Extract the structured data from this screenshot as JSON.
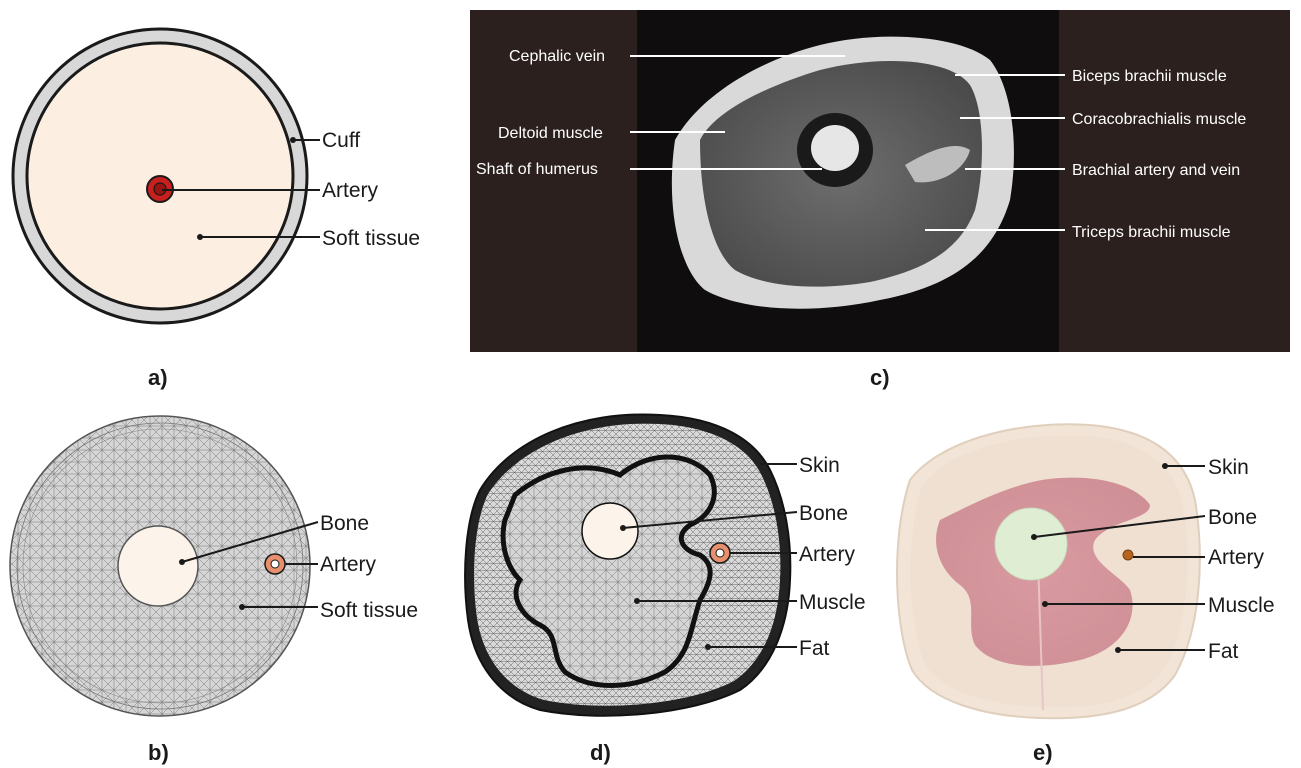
{
  "panels": {
    "a": {
      "caption": "a)",
      "labels": {
        "cuff": "Cuff",
        "artery": "Artery",
        "soft_tissue": "Soft tissue"
      }
    },
    "b": {
      "caption": "b)",
      "labels": {
        "bone": "Bone",
        "artery": "Artery",
        "soft_tissue": "Soft tissue"
      }
    },
    "c": {
      "caption": "c)",
      "labels": {
        "cephalic_vein": "Cephalic vein",
        "deltoid": "Deltoid muscle",
        "humerus": "Shaft of humerus",
        "biceps": "Biceps brachii muscle",
        "coracobrachialis": "Coracobrachialis muscle",
        "brachial": "Brachial artery and vein",
        "triceps": "Triceps brachii muscle"
      }
    },
    "d": {
      "caption": "d)",
      "labels": {
        "skin": "Skin",
        "bone": "Bone",
        "artery": "Artery",
        "muscle": "Muscle",
        "fat": "Fat"
      }
    },
    "e": {
      "caption": "e)",
      "labels": {
        "skin": "Skin",
        "bone": "Bone",
        "artery": "Artery",
        "muscle": "Muscle",
        "fat": "Fat"
      }
    }
  },
  "colors": {
    "soft_tissue": "#fcefe2",
    "cuff": "#d8d8d8",
    "artery": "#c8201e",
    "mesh": "#d4d4d4",
    "mri_bg": "#2b201d",
    "phantom_muscle": "#d79ca0",
    "phantom_fat": "#efe0d2",
    "phantom_bone": "#dfeed2"
  }
}
